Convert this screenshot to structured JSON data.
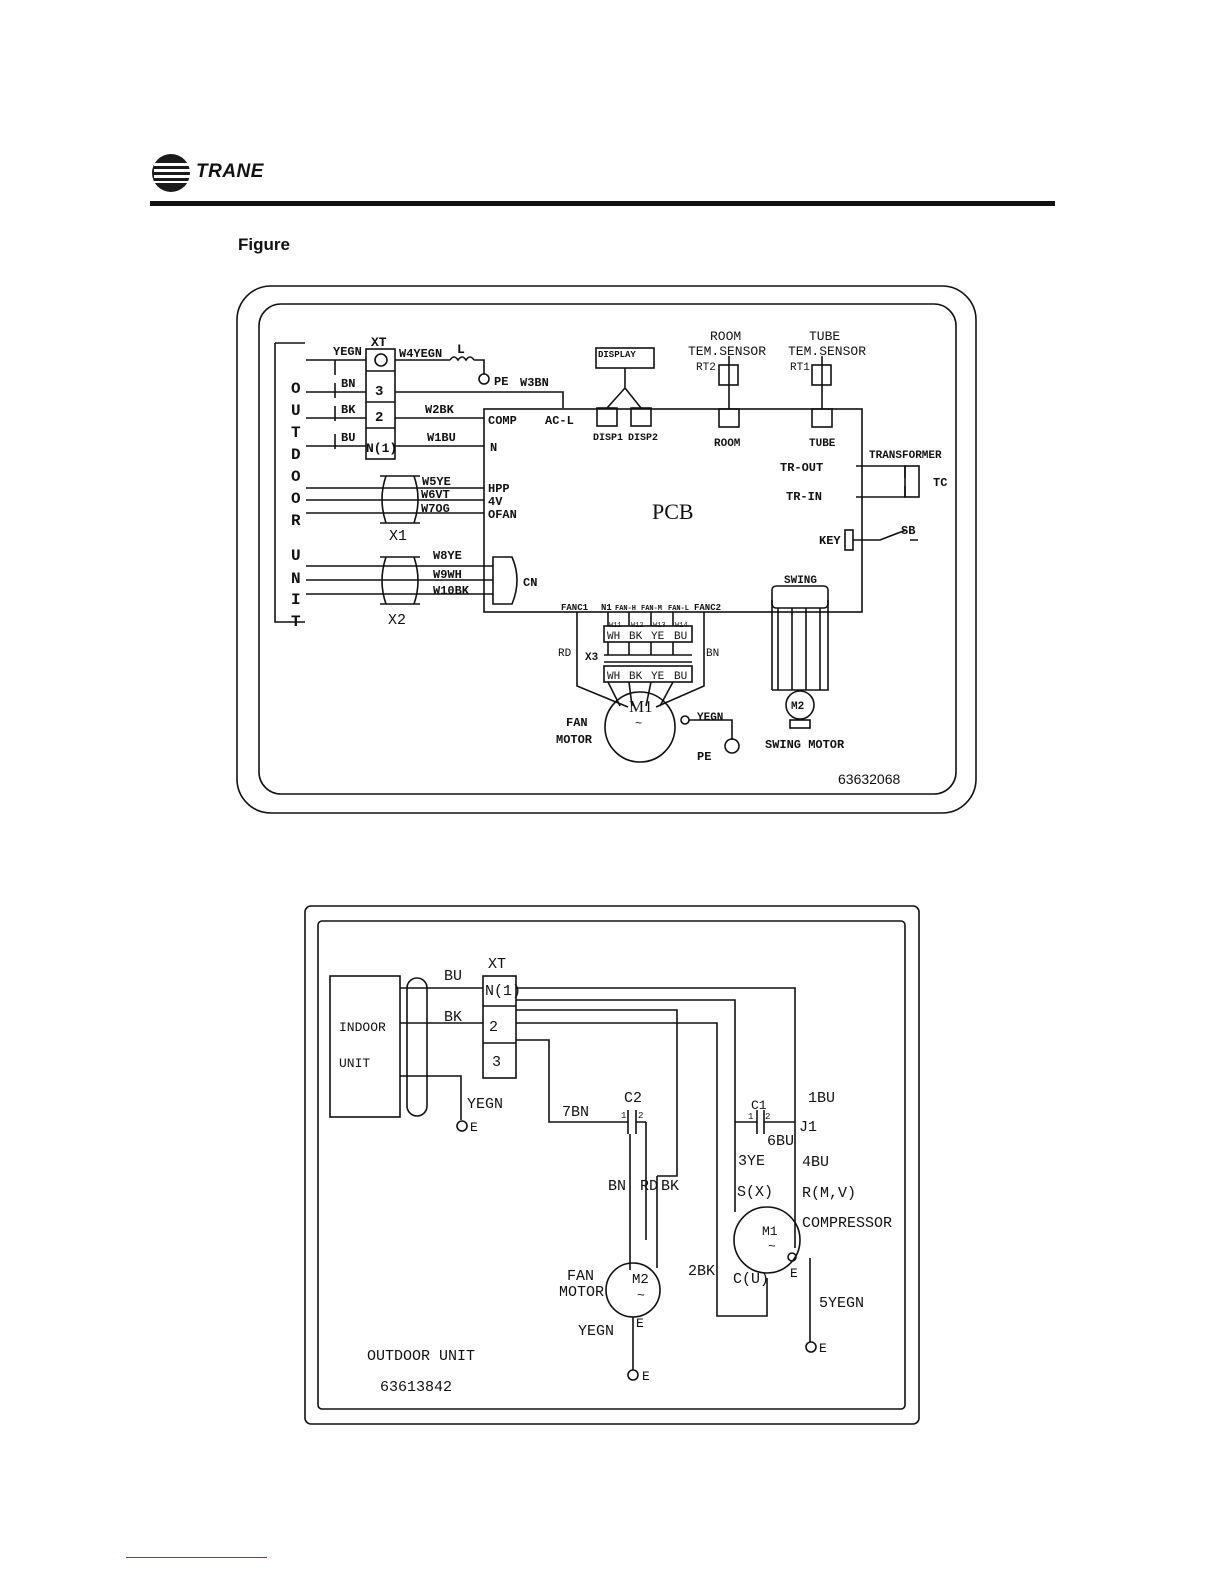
{
  "header": {
    "brand": "TRANE",
    "figure_label": "Figure"
  },
  "indoor": {
    "outdoor_unit_letters": [
      "O",
      "U",
      "T",
      "D",
      "O",
      "O",
      "R",
      "U",
      "N",
      "I",
      "T"
    ],
    "wires_left": {
      "yegn": "YEGN",
      "bn": "BN",
      "bk": "BK",
      "bu": "BU"
    },
    "xt": {
      "label": "XT",
      "t3": "3",
      "t2": "2",
      "tn": "N(1)"
    },
    "w4": "W4YEGN",
    "l": "L",
    "pe_top": "PE",
    "w3": "W3BN",
    "acl": "AC-L",
    "w2": "W2BK",
    "comp": "COMP",
    "w1": "W1BU",
    "n": "N",
    "w5": "W5YE",
    "w6": "W6VT",
    "w7": "W7OG",
    "hpp": "HPP",
    "v4": "4V",
    "ofan": "OFAN",
    "x1": "X1",
    "w8": "W8YE",
    "w9": "W9WH",
    "w10": "W10BK",
    "cn": "CN",
    "x2": "X2",
    "display": "DISPLAY",
    "disp1": "DISP1",
    "disp2": "DISP2",
    "room_sensor_1": "ROOM",
    "room_sensor_2": "TEM.SENSOR",
    "rt2": "RT2",
    "room": "ROOM",
    "tube_sensor_1": "TUBE",
    "tube_sensor_2": "TEM.SENSOR",
    "rt1": "RT1",
    "tube": "TUBE",
    "pcb": "PCB",
    "tr_out": "TR-OUT",
    "tr_in": "TR-IN",
    "transformer": "TRANSFORMER",
    "tc": "TC",
    "key": "KEY",
    "sb": "SB",
    "swing": "SWING",
    "fanc1": "FANC1",
    "n1": "N1",
    "fan_h": "FAN-H",
    "fan_m": "FAN-M",
    "fan_l": "FAN-L",
    "fanc2": "FANC2",
    "w11": "W11",
    "w12": "W12",
    "w13": "W13",
    "w14": "W14",
    "wh": "WH",
    "bk2": "BK",
    "ye": "YE",
    "bu2": "BU",
    "x3": "X3",
    "rd": "RD",
    "bn_right": "BN",
    "m1": "M1",
    "tilde": "~",
    "yegn_motor": "YEGN",
    "fan_motor_1": "FAN",
    "fan_motor_2": "MOTOR",
    "pe_bottom": "PE",
    "m2": "M2",
    "swing_motor": "SWING MOTOR",
    "code": "63632068"
  },
  "outdoor": {
    "indoor_unit_1": "INDOOR",
    "indoor_unit_2": "UNIT",
    "bu": "BU",
    "bk": "BK",
    "xt": "XT",
    "tn": "N(1)",
    "t2": "2",
    "t3": "3",
    "yegn": "YEGN",
    "e": "E",
    "bn7": "7BN",
    "c2": "C2",
    "pin1": "1",
    "pin2": "2",
    "bn": "BN",
    "rd": "RD",
    "bk_fan": "BK",
    "fan_1": "FAN",
    "fan_2": "MOTOR",
    "m2": "M2",
    "tilde": "~",
    "yegn_fan": "YEGN",
    "c1": "C1",
    "bu1": "1BU",
    "j1": "J1",
    "bu6": "6BU",
    "ye3": "3YE",
    "bu4": "4BU",
    "sx": "S(X)",
    "rmv": "R(M,V)",
    "m1": "M1",
    "compressor": "COMPRESSOR",
    "bk2": "2BK",
    "cu": "C(U)",
    "yegn5": "5YEGN",
    "outdoor_unit": "OUTDOOR UNIT",
    "code": "63613842"
  }
}
